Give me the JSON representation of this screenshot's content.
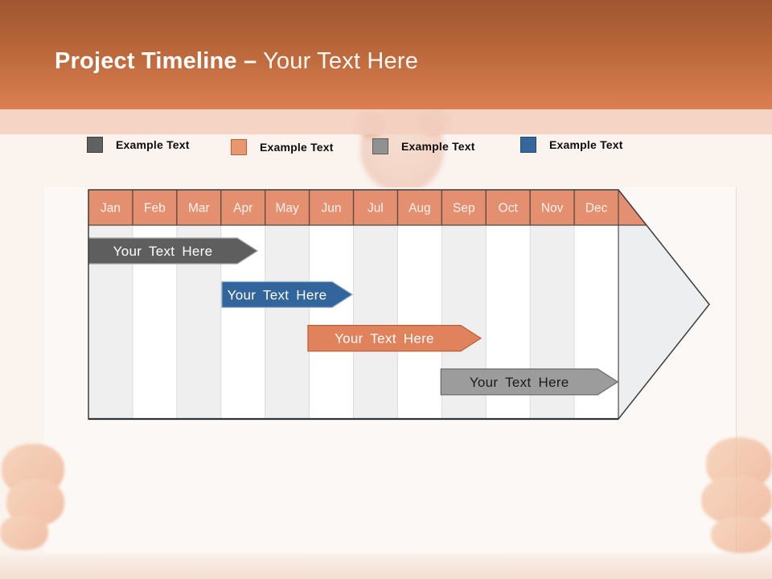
{
  "title": {
    "bold": "Project Timeline",
    "separator": "–",
    "regular": "Your Text Here"
  },
  "legend": {
    "items": [
      {
        "label": "Example Text",
        "fill": "#616161",
        "border": "#3F3F3F"
      },
      {
        "label": "Example Text",
        "fill": "#E9976F",
        "border": "#BC5F39"
      },
      {
        "label": "Example Text",
        "fill": "#909192",
        "border": "#5E5E5E"
      },
      {
        "label": "Example Text",
        "fill": "#36679B",
        "border": "#1F4E79"
      }
    ]
  },
  "timeline": {
    "months": [
      "Jan",
      "Feb",
      "Mar",
      "Apr",
      "May",
      "Jun",
      "Jul",
      "Aug",
      "Sep",
      "Oct",
      "Nov",
      "Dec"
    ],
    "header_fill": "#E49070",
    "header_text_color": "#FCF3ED",
    "header_border": "#5E4B42",
    "arrowhead_fill": "#EDEEEF",
    "column_fill_odd": "#F0EFEF",
    "column_fill_even": "#FFFFFF",
    "column_line": "#DBDBDB",
    "outline": "#3C3C3C",
    "bars": [
      {
        "label": "Your Text Here",
        "row": 0,
        "start_month": 0.0,
        "end_month": 3.37,
        "fill": "#5E5E5E",
        "stroke": "#A6A6A6",
        "text_color": "#FFFFFF"
      },
      {
        "label": "Your Text Here",
        "row": 1,
        "start_month": 3.02,
        "end_month": 5.52,
        "fill": "#31659B",
        "stroke": "#9DB3CB",
        "text_color": "#FFFFFF"
      },
      {
        "label": "Your Text Here",
        "row": 2,
        "start_month": 4.97,
        "end_month": 8.43,
        "fill": "#E0835C",
        "stroke": "#B65F3D",
        "text_color": "#FFFFFF"
      },
      {
        "label": "Your Text Here",
        "row": 3,
        "start_month": 7.98,
        "end_month": 11.53,
        "fill": "#9C9C9C",
        "stroke": "#6B6B6B",
        "text_color": "#1A1A1A"
      }
    ]
  }
}
